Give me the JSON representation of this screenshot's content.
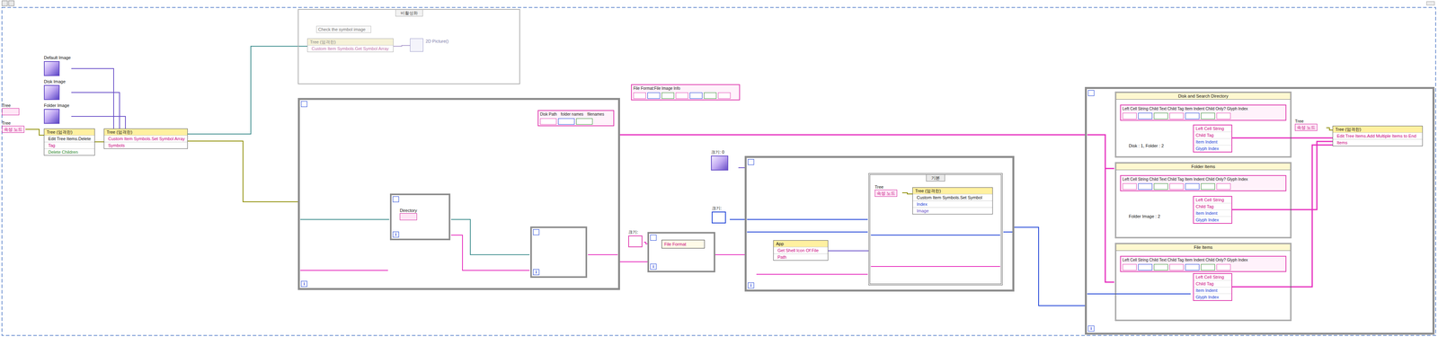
{
  "diagram": {
    "nodes": [
      {
        "text": [
          "Tree"
        ]
      },
      {
        "text": [
          "Tree",
          "속성 노드"
        ]
      },
      {
        "text": [
          "Default Image"
        ]
      },
      {
        "text": [
          "Disk Image"
        ]
      },
      {
        "text": [
          "Folder Image"
        ]
      },
      {
        "text": [
          "Tree (엄격한)",
          "Edit Tree Items.Delete",
          "Tag",
          "Delete Children"
        ]
      },
      {
        "text": [
          "Tree (엄격한)",
          "Custom Item Symbols.Set Symbol Array",
          "Symbols"
        ]
      },
      {
        "text": [
          "비활성화"
        ]
      },
      {
        "text": [
          "Check the symbol image"
        ],
        "in": 7
      },
      {
        "text": [
          "Tree (엄격한)",
          "Custom Item Symbols.Get Symbol Array"
        ],
        "in": 7
      },
      {
        "text": [
          "2D Picture()"
        ],
        "in": 7
      },
      {
        "text": [
          "i"
        ]
      },
      {
        "text": [
          "Disk Path",
          "folder names",
          "filenames"
        ],
        "in": 11
      },
      {
        "text": [
          "i"
        ],
        "in": 11
      },
      {
        "text": [
          "Directory"
        ],
        "in": 13
      },
      {
        "text": [
          "i"
        ],
        "in": 11
      },
      {
        "text": [
          "File Format:File Image Info"
        ]
      },
      {
        "text": [
          "크기: 0"
        ]
      },
      {
        "text": [
          "크기:"
        ]
      },
      {
        "text": [
          "i"
        ]
      },
      {
        "text": [
          "File Format"
        ],
        "in": 19
      },
      {
        "text": [
          "크기:"
        ]
      },
      {
        "text": [
          "i"
        ]
      },
      {
        "text": [
          "App",
          "Get Shell Icon Of File",
          "Path"
        ],
        "in": 22
      },
      {
        "text": [
          "기본"
        ],
        "in": 22
      },
      {
        "text": [
          "Tree",
          "속성 노드"
        ],
        "in": 24
      },
      {
        "text": [
          "Tree (엄격한)",
          "Custom Item Symbols.Set Symbol",
          "Index",
          "Image"
        ],
        "in": 24
      },
      {
        "text": [
          "i"
        ]
      },
      {
        "text": [
          "Disk and Search Directory"
        ],
        "in": 27
      },
      {
        "text": [
          "Left Cell String Child Text Child Tag Item Indent Child Only? Glyph Index"
        ],
        "in": 28
      },
      {
        "text": [
          "Left Cell String",
          "Child Tag",
          "Item Indent",
          "Glyph Index"
        ],
        "in": 28
      },
      {
        "text": [
          "Folder Items"
        ],
        "in": 27
      },
      {
        "text": [
          "Left Cell String Child Text Child Tag Item Indent Child Only? Glyph Index"
        ],
        "in": 31
      },
      {
        "text": [
          "Left Cell String",
          "Child Tag",
          "Item Indent",
          "Glyph Index"
        ],
        "in": 31
      },
      {
        "text": [
          "File Items"
        ],
        "in": 27
      },
      {
        "text": [
          "Left Cell String Child Text Child Tag Item Indent Child Only? Glyph Index"
        ],
        "in": 34
      },
      {
        "text": [
          "Left Cell String",
          "Child Tag",
          "Item Indent",
          "Glyph Index"
        ],
        "in": 34
      },
      {
        "text": [
          "Tree",
          "속성 노드"
        ],
        "in": 27
      },
      {
        "text": [
          "Tree (엄격한)",
          "Edit Tree Items.Add Multiple Items to End",
          "Items"
        ],
        "in": 27
      }
    ],
    "edges": [
      {
        "from": 2,
        "to": 6,
        "arrow": "none"
      },
      {
        "from": 3,
        "to": 6,
        "arrow": "none"
      },
      {
        "from": 4,
        "to": 6,
        "arrow": "none"
      },
      {
        "from": 1,
        "to": 5,
        "arrow": "none"
      },
      {
        "from": 5,
        "to": 6,
        "arrow": "none"
      },
      {
        "from": 6,
        "to": 9,
        "arrow": "none"
      },
      {
        "from": 6,
        "to": 11,
        "arrow": "none"
      },
      {
        "from": 11,
        "to": 27,
        "arrow": "none"
      },
      {
        "from": 11,
        "to": 19,
        "arrow": "none"
      },
      {
        "from": 18,
        "to": 19,
        "arrow": "none"
      },
      {
        "from": 17,
        "to": 22,
        "arrow": "none"
      },
      {
        "from": 21,
        "to": 22,
        "arrow": "none"
      },
      {
        "from": 19,
        "to": 22,
        "arrow": "none"
      },
      {
        "from": 25,
        "to": 26,
        "arrow": "none"
      },
      {
        "from": 22,
        "to": 27,
        "arrow": "none"
      },
      {
        "from": 30,
        "to": 38,
        "arrow": "none"
      },
      {
        "from": 33,
        "to": 38,
        "arrow": "none"
      },
      {
        "from": 36,
        "to": 38,
        "arrow": "none"
      },
      {
        "from": 37,
        "to": 38,
        "arrow": "none"
      },
      {
        "from": 9,
        "to": 10,
        "arrow": "none"
      },
      {
        "from": 23,
        "to": 24,
        "arrow": "none"
      }
    ],
    "labels": [
      "Disk : 1, Folder : 2",
      "Folder Image : 2"
    ]
  }
}
